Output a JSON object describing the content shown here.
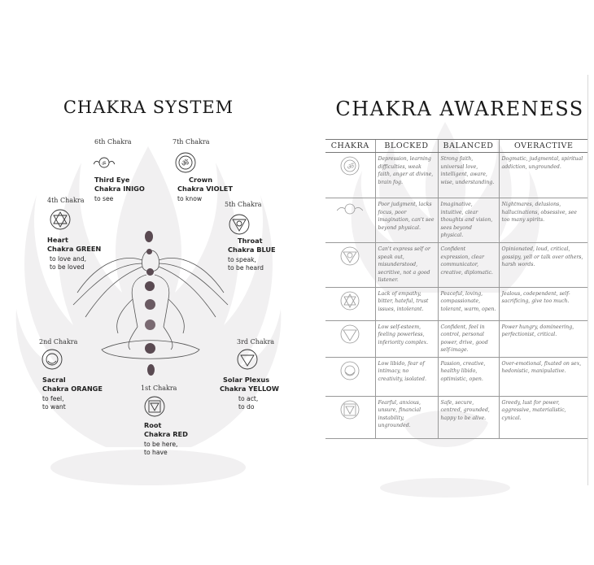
{
  "left": {
    "title": "CHAKRA SYSTEM",
    "chakras": [
      {
        "id": "third-eye",
        "num": "6th Chakra",
        "name_line1": "Third Eye",
        "name_line2": "Chakra INIGO",
        "desc": [
          "to see"
        ],
        "icon": "ajna-symbol-icon"
      },
      {
        "id": "crown",
        "num": "7th Chakra",
        "name_line1": "Crown",
        "name_line2": "Chakra VIOLET",
        "desc": [
          "to know"
        ],
        "icon": "sahasrara-symbol-icon"
      },
      {
        "id": "heart",
        "num": "4th Chakra",
        "name_line1": "Heart",
        "name_line2": "Chakra GREEN",
        "desc": [
          "to love and,",
          "to be loved"
        ],
        "icon": "anahata-symbol-icon"
      },
      {
        "id": "throat",
        "num": "5th Chakra",
        "name_line1": "Throat",
        "name_line2": "Chakra BLUE",
        "desc": [
          "to speak,",
          "to be heard"
        ],
        "icon": "vishuddha-symbol-icon"
      },
      {
        "id": "sacral",
        "num": "2nd Chakra",
        "name_line1": "Sacral",
        "name_line2": "Chakra ORANGE",
        "desc": [
          "to feel,",
          "to want"
        ],
        "icon": "svadhisthana-symbol-icon"
      },
      {
        "id": "solar",
        "num": "3rd Chakra",
        "name_line1": "Solar Plexus",
        "name_line2": "Chakra YELLOW",
        "desc": [
          "to act,",
          "to do"
        ],
        "icon": "manipura-symbol-icon"
      },
      {
        "id": "root",
        "num": "1st Chakra",
        "name_line1": "Root",
        "name_line2": "Chakra RED",
        "desc": [
          "to be here,",
          "to have"
        ],
        "icon": "muladhara-symbol-icon"
      }
    ]
  },
  "right": {
    "title": "CHAKRA AWARENESS",
    "headers": [
      "CHAKRA",
      "BLOCKED",
      "BALANCED",
      "OVERACTIVE"
    ],
    "rows": [
      {
        "icon": "sahasrara-symbol-icon",
        "blocked": "Depression, learning difficulties, weak faith, anger at divine, brain fog.",
        "balanced": "Strong faith, universal love, intelligent, aware, wise, understanding.",
        "overactive": "Dogmatic, judgmental, spiritual addiction, ungrounded."
      },
      {
        "icon": "ajna-symbol-icon",
        "blocked": "Poor judgment, lacks focus, poor imagination, can't see beyond physical.",
        "balanced": "Imaginative, intuitive, clear thoughts and vision, sees beyond physical.",
        "overactive": "Nightmares, delusions, hallucinations, obsessive, see too many spirits."
      },
      {
        "icon": "vishuddha-symbol-icon",
        "blocked": "Can't express self or speak out, misunderstood, secritive, not a good listener.",
        "balanced": "Confident expression, clear communicator, creative, diplomatic.",
        "overactive": "Opinionated, loud, critical, gossipy, yell or talk over others, harsh words."
      },
      {
        "icon": "anahata-symbol-icon",
        "blocked": "Lack of empathy, bitter, hateful, trust issues, intolerant.",
        "balanced": "Peaceful, loving, compassionate, tolerant, warm, open.",
        "overactive": "Jealous, codependent, self-sacrificing, give too much."
      },
      {
        "icon": "manipura-symbol-icon",
        "blocked": "Low self-esteem, feeling powerless, inferiority complex.",
        "balanced": "Confident, feel in control, personal power, drive, good self-image.",
        "overactive": "Power hungry, domineering, perfectionist, critical."
      },
      {
        "icon": "svadhisthana-symbol-icon",
        "blocked": "Low libido, fear of intimacy, no creativity, isolated.",
        "balanced": "Passion, creative, healthy libido, optimistic, open.",
        "overactive": "Over-emotional, fixated on sex, hedonistic, manipulative."
      },
      {
        "icon": "muladhara-symbol-icon",
        "blocked": "Fearful, anxious, unsure, financial instability, ungrounded.",
        "balanced": "Safe, secure, centred, grounded, happy to be alive.",
        "overactive": "Greedy, lust for power, aggressive, materialistic, cynical."
      }
    ]
  },
  "colors": {
    "ink": "#222222",
    "muted": "#666666",
    "dots": "#5a4a52",
    "watermark": "#f0eff0"
  }
}
